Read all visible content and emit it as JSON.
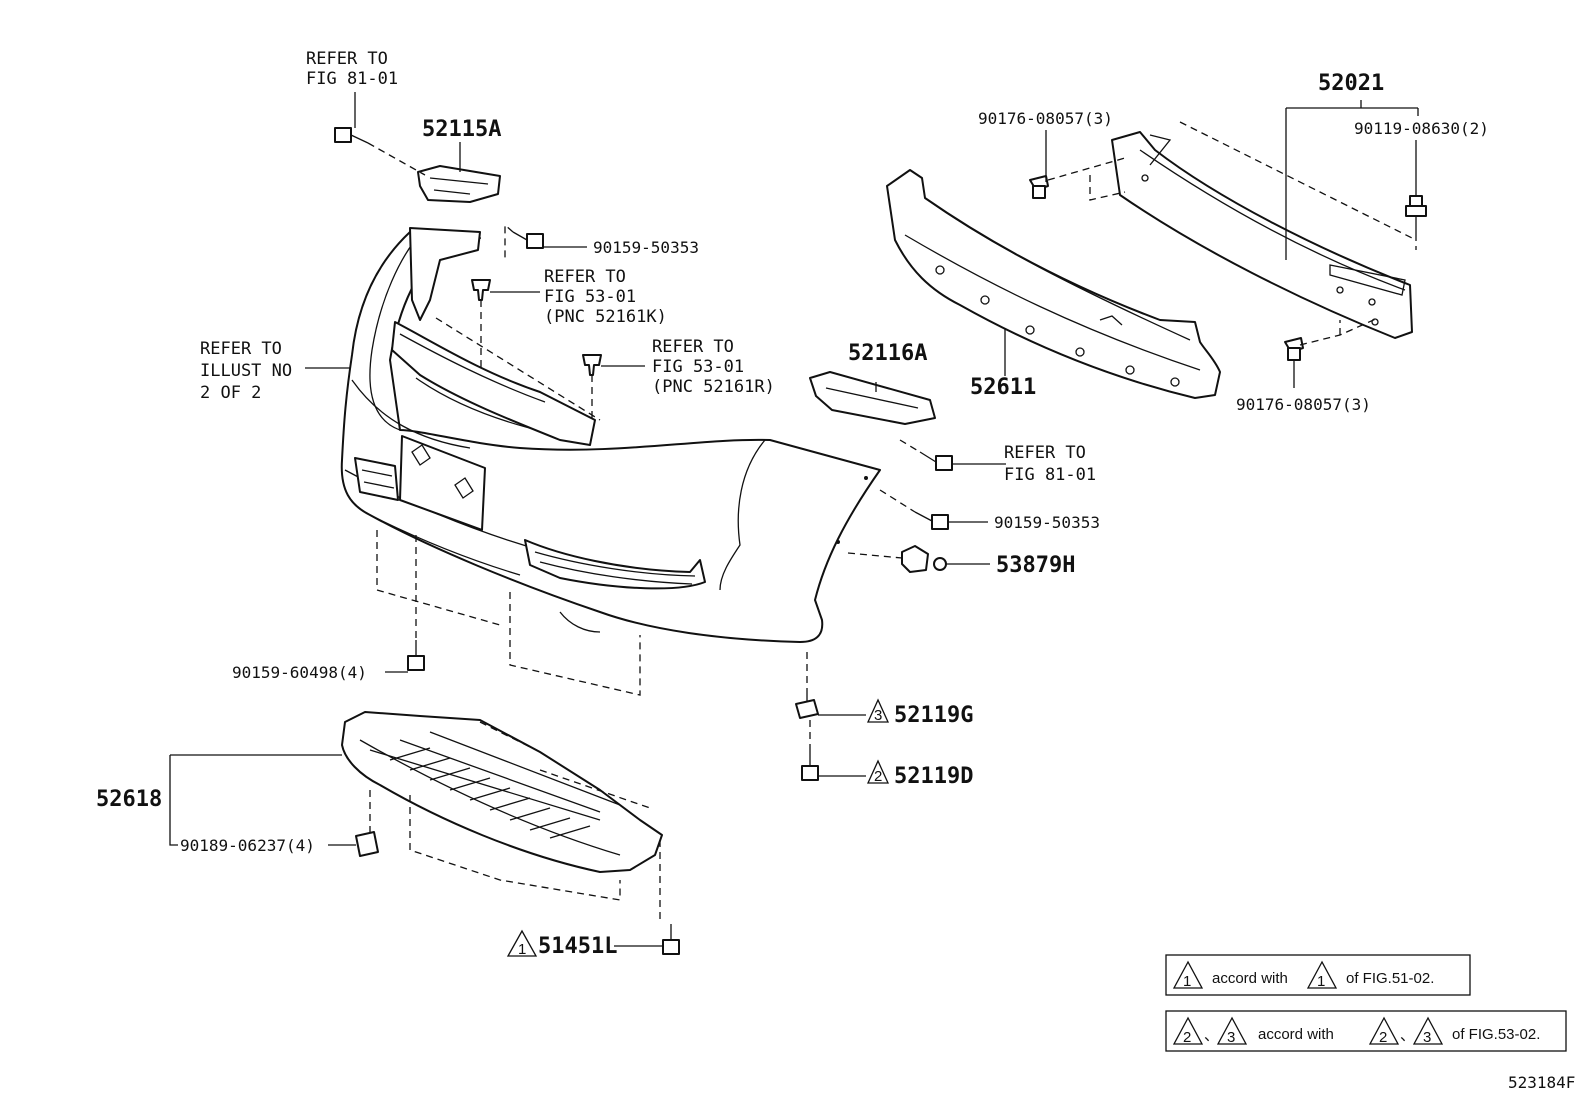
{
  "labels": {
    "refer_81_01_top": [
      "REFER TO",
      "FIG 81-01"
    ],
    "refer_81_01_mid": [
      "REFER TO",
      "FIG 81-01"
    ],
    "refer_53_01_k": [
      "REFER TO",
      "FIG 53-01",
      "(PNC 52161K)"
    ],
    "refer_53_01_r": [
      "REFER TO",
      "FIG 53-01",
      "(PNC 52161R)"
    ],
    "refer_illust": [
      "REFER TO",
      "ILLUST NO",
      "2 OF 2"
    ]
  },
  "parts": {
    "p52115A": "52115A",
    "p52116A": "52116A",
    "p52021": "52021",
    "p52611": "52611",
    "p52618": "52618",
    "p53879H": "53879H",
    "p52119G": "52119G",
    "p52119D": "52119D",
    "p51451L": "51451L",
    "p90159_50353_a": "90159-50353",
    "p90159_50353_b": "90159-50353",
    "p90176_08057_top": "90176-08057(3)",
    "p90176_08057_bot": "90176-08057(3)",
    "p90119_08630": "90119-08630(2)",
    "p90159_60498": "90159-60498(4)",
    "p90189_06237": "90189-06237(4)"
  },
  "markers": {
    "m1": "1",
    "m2": "2",
    "m3": "3"
  },
  "notes": {
    "note1_accord": "accord with",
    "note1_of": "of FIG.51-02.",
    "note2_sep": "、",
    "note2_accord": "accord with",
    "note2_of": "of FIG.53-02."
  },
  "figure_id": "523184F"
}
